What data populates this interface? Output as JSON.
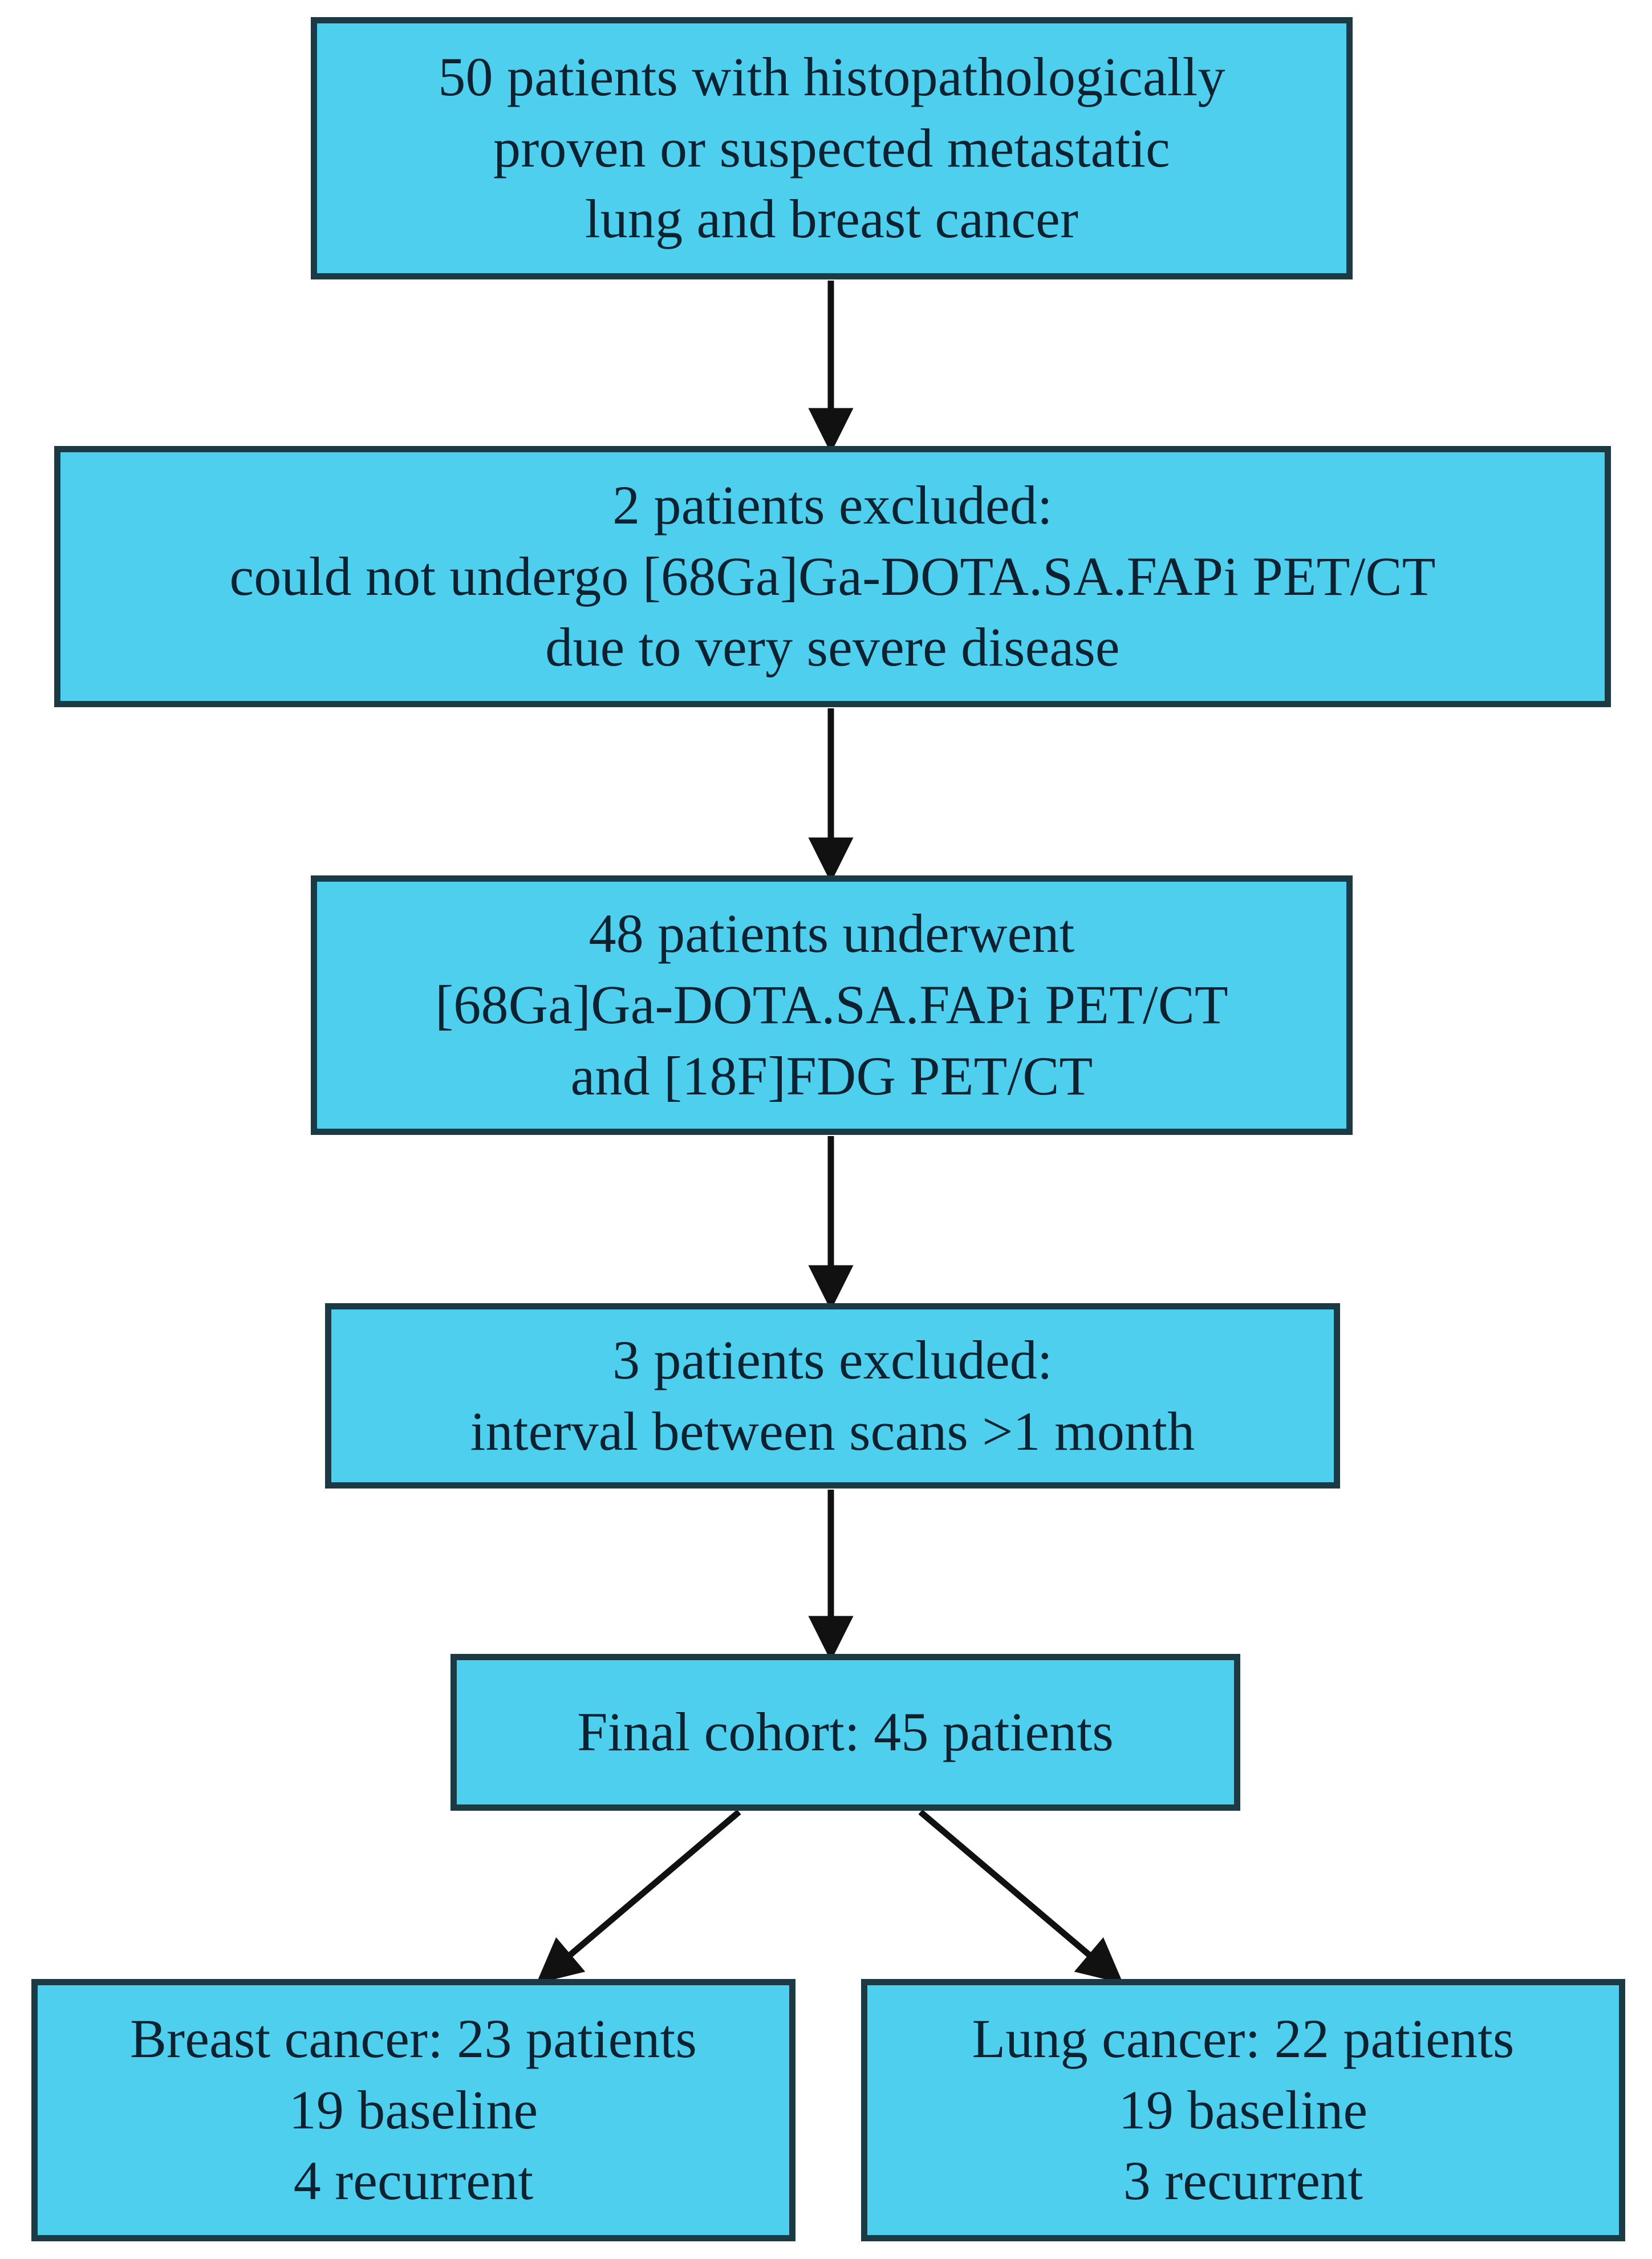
{
  "diagram": {
    "type": "flowchart",
    "orientation": "top-to-bottom",
    "colors": {
      "box_fill": "#4FCFEE",
      "box_border": "#1C3A44",
      "text": "#0D2230",
      "arrow": "#111111",
      "background": "#FFFFFF"
    },
    "nodes": [
      {
        "id": "screened",
        "name": "enrolled-patients",
        "lines": [
          "50 patients with histopathologically",
          "proven or suspected metastatic",
          "lung and breast cancer"
        ],
        "count": 50
      },
      {
        "id": "excluded1",
        "name": "first-exclusion",
        "lines": [
          "2 patients excluded:",
          "could not undergo [68Ga]Ga-DOTA.SA.FAPi PET/CT",
          "due to very severe disease"
        ],
        "count": 2
      },
      {
        "id": "underwent",
        "name": "imaging-performed",
        "lines": [
          "48 patients underwent",
          "[68Ga]Ga-DOTA.SA.FAPi PET/CT",
          "and [18F]FDG PET/CT"
        ],
        "count": 48
      },
      {
        "id": "excluded2",
        "name": "second-exclusion",
        "lines": [
          "3 patients excluded:",
          "interval between scans >1 month"
        ],
        "count": 3
      },
      {
        "id": "final",
        "name": "final-cohort",
        "lines": [
          "Final cohort: 45 patients"
        ],
        "count": 45
      },
      {
        "id": "breast",
        "name": "breast-cancer-group",
        "lines": [
          "Breast cancer: 23 patients",
          "19 baseline",
          "4 recurrent"
        ],
        "count": 23,
        "baseline": 19,
        "recurrent": 4
      },
      {
        "id": "lung",
        "name": "lung-cancer-group",
        "lines": [
          "Lung cancer: 22 patients",
          "19 baseline",
          "3 recurrent"
        ],
        "count": 22,
        "baseline": 19,
        "recurrent": 3
      }
    ],
    "edges": [
      {
        "from": "screened",
        "to": "excluded1",
        "style": "straight-down-arrow"
      },
      {
        "from": "excluded1",
        "to": "underwent",
        "style": "straight-down-arrow"
      },
      {
        "from": "underwent",
        "to": "excluded2",
        "style": "straight-down-arrow"
      },
      {
        "from": "excluded2",
        "to": "final",
        "style": "straight-down-arrow"
      },
      {
        "from": "final",
        "to": "breast",
        "style": "diagonal-down-left-arrow"
      },
      {
        "from": "final",
        "to": "lung",
        "style": "diagonal-down-right-arrow"
      }
    ]
  }
}
